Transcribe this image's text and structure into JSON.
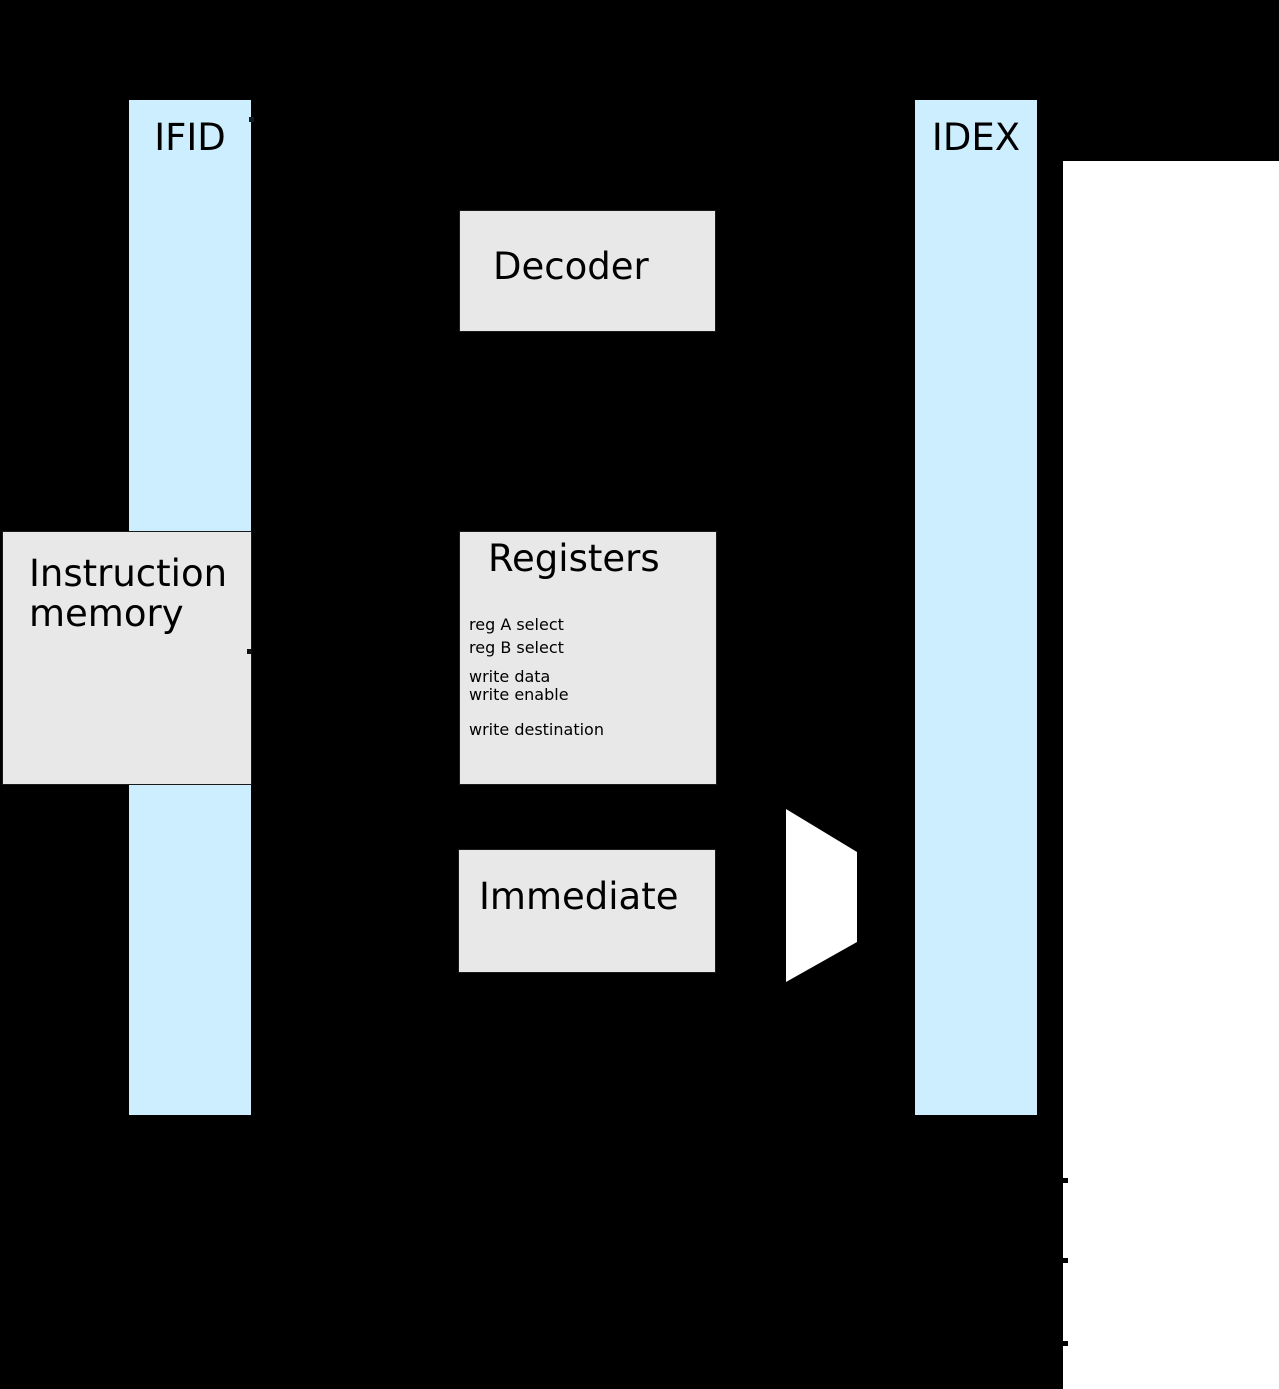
{
  "colors": {
    "background": "#000000",
    "register_fill": "#cceeff",
    "block_fill": "#e8e8e8",
    "mux_fill": "#ffffff",
    "panel_fill": "#ffffff",
    "text": "#000000"
  },
  "ifid": {
    "label": "IFID"
  },
  "idex": {
    "label": "IDEX"
  },
  "instruction_memory": {
    "label": "Instruction memory"
  },
  "decoder": {
    "label": "Decoder"
  },
  "registers": {
    "title": "Registers",
    "ports": {
      "reg_a": "reg A select",
      "reg_b": "reg B select",
      "write_data": "write data",
      "write_enable": "write enable",
      "write_dest": "write destination"
    }
  },
  "immediate": {
    "label": "Immediate"
  },
  "mux": {
    "name": "multiplexer"
  }
}
